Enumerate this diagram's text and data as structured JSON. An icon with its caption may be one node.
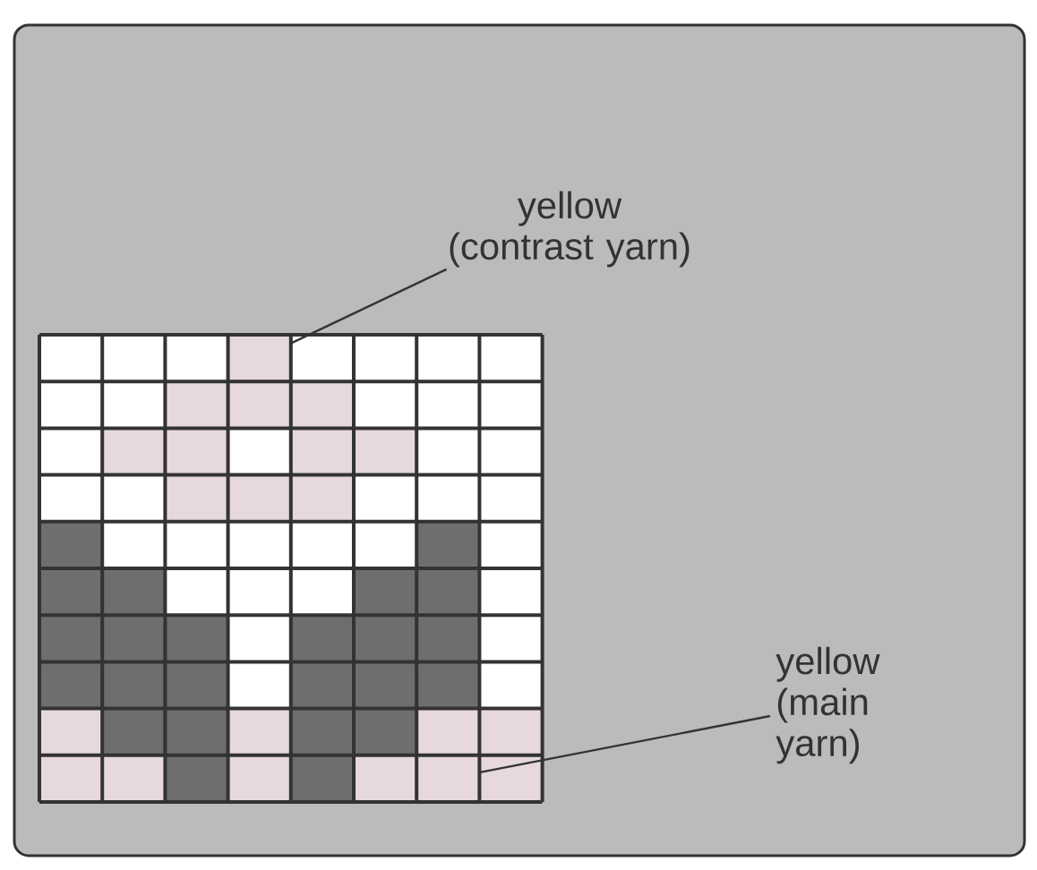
{
  "diagram": {
    "nodes": [
      {
        "text": [
          "yellow (contrast yarn)"
        ]
      },
      {
        "text": [],
        "shape": "box"
      },
      {
        "text": [
          "yellow (main yarn)"
        ]
      },
      {
        "text": [],
        "shape": "box"
      }
    ],
    "edges": [
      {
        "from": 0,
        "to": 1,
        "arrow": "none"
      },
      {
        "from": 2,
        "to": 3,
        "arrow": "none"
      }
    ]
  }
}
